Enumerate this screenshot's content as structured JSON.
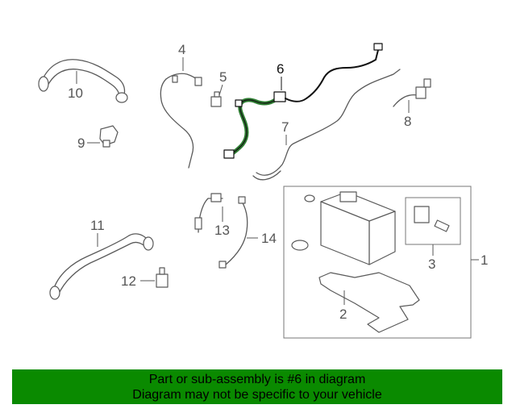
{
  "diagram": {
    "callouts": {
      "c1": "1",
      "c2": "2",
      "c3": "3",
      "c4": "4",
      "c5": "5",
      "c6": "6",
      "c7": "7",
      "c8": "8",
      "c9": "9",
      "c10": "10",
      "c11": "11",
      "c12": "12",
      "c13": "13",
      "c14": "14"
    },
    "colors": {
      "highlight_part": "#2e7d32",
      "line_art": "#5a5a5a",
      "footer_background": "#0a8a00"
    }
  },
  "footer": {
    "line1": "Part or sub-assembly is #6 in diagram",
    "line2": "Diagram may not be specific to your vehicle"
  }
}
